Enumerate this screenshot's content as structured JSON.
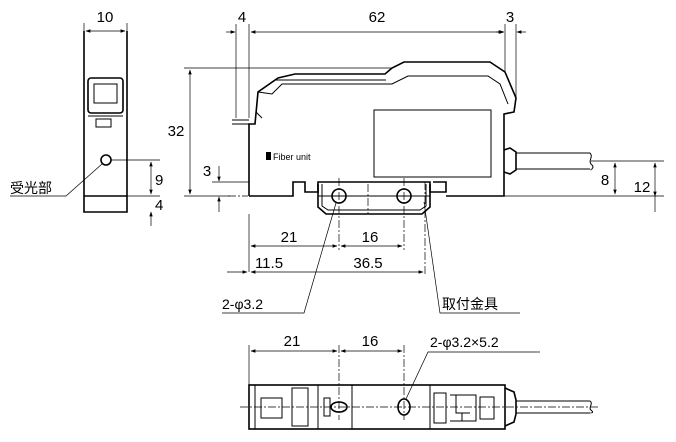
{
  "labels": {
    "receiver": "受光部",
    "bracket": "取付金具",
    "hole_round": "2-φ3.2",
    "hole_slot": "2-φ3.2×5.2",
    "body_print": "Fiber unit"
  },
  "dimensions": {
    "side_width": "10",
    "side_nine": "9",
    "side_four": "4",
    "front_four": "4",
    "front_length": "62",
    "front_three_top": "3",
    "front_height": "32",
    "front_three_left": "3",
    "cable_eight": "8",
    "cable_twelve": "12",
    "mount_21": "21",
    "mount_16": "16",
    "mount_11_5": "11.5",
    "mount_36_5": "36.5",
    "bottom_21": "21",
    "bottom_16": "16"
  }
}
